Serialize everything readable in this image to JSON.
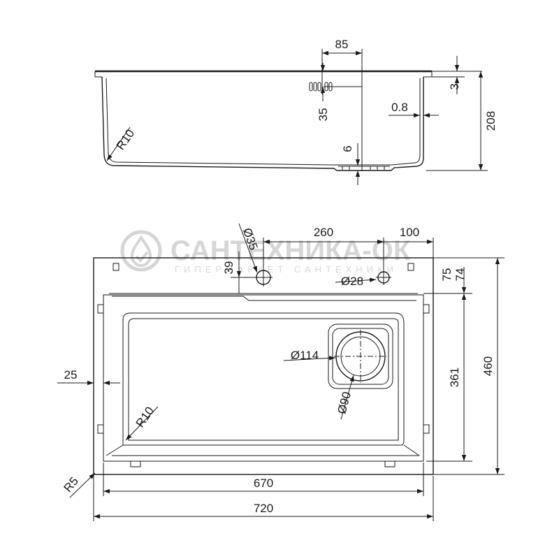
{
  "watermark": {
    "brand": "САНТЕХНИКА-ОК",
    "tagline": "ГИПЕРМАРКЕТ САНТЕХНИКИ"
  },
  "side_view": {
    "dim_85": "85",
    "dim_3": "3",
    "dim_208": "208",
    "dim_35": "35",
    "dim_0_8": "0.8",
    "dim_6": "6",
    "radius_r10": "R10"
  },
  "top_view": {
    "hole_35": "Ø35",
    "dim_260": "260",
    "dim_100": "100",
    "dim_39": "39",
    "hole_28": "Ø28",
    "dim_75": "75",
    "dim_74": "74",
    "drain_114": "Ø114",
    "drain_90": "Ø90",
    "dim_25": "25",
    "dim_361": "361",
    "dim_460": "460",
    "radius_r10": "R10",
    "radius_r5": "R5",
    "dim_670": "670",
    "dim_720": "720"
  },
  "colors": {
    "line": "#1a1a1a",
    "watermark": "#d6d6d6"
  }
}
